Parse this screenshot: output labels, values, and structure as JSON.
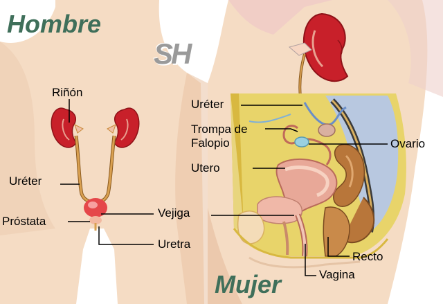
{
  "titles": {
    "man": "Hombre",
    "woman": "Mujer"
  },
  "logo": "SH",
  "man_labels": {
    "kidney": "Riñón",
    "ureter": "Uréter",
    "prostate": "Próstata",
    "bladder": "Vejiga",
    "urethra": "Uretra"
  },
  "woman_labels": {
    "ureter": "Uréter",
    "fallopian_line1": "Trompa de",
    "fallopian_line2": "Falopio",
    "ovary": "Ovario",
    "uterus": "Utero",
    "rectum": "Recto",
    "vagina": "Vagina"
  },
  "colors": {
    "skin": "#f5dcc4",
    "skin_shadow": "#e9c3a4",
    "kidney": "#c8202a",
    "ureter": "#c98a3a",
    "title": "#3f6f5a",
    "pelvis_bg": "#e8d46a",
    "organ_pink": "#f0b8a8",
    "organ_brown": "#b8763a"
  }
}
